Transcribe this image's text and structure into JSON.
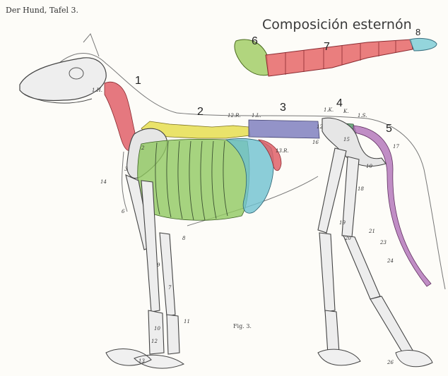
{
  "plate_title": "Der Hund, Tafel 3.",
  "inset": {
    "title": "Composición esternón",
    "labels": [
      "6",
      "7",
      "8"
    ]
  },
  "region_numbers": [
    "1",
    "2",
    "3",
    "4",
    "5"
  ],
  "figure_caption": "Fig. 3.",
  "bone_labels": {
    "atlas": "1.H.",
    "t12": "12.R.",
    "l1": "1.L.",
    "s1": "1.K.",
    "sacrum": "K.",
    "caudal": "1.S.",
    "rib13": "13.R.",
    "scapula": "2",
    "shoulder": "3",
    "elbow_front": "14",
    "radius": "8",
    "carpus": "10",
    "metacarpus": "12",
    "phalanx": "11",
    "pelvis": "15",
    "femur": "18",
    "tibia": "20",
    "hock": "21",
    "tail_end": "17",
    "knee": "19",
    "metatarsus": "23",
    "hind_toes": "26",
    "front_toes": "13",
    "ulna": "7",
    "ischium": "16",
    "thigh": "10",
    "tarsus": "24",
    "lumbar": "12",
    "humerus": "6",
    "forearm": "9"
  },
  "region_colors": {
    "cervical": "#e0606a",
    "thoracic_vertebrae": "#e8e05a",
    "lumbar": "#8080c0",
    "sacrum": "#5aa070",
    "caudal": "#b070b8",
    "ribs_green": "#90c860",
    "ribs_blue": "#6ec0d0",
    "ribs_red": "#e06068",
    "manubrium": "#a8d070",
    "sternebrae": "#e87070",
    "xiphoid": "#88d0d8"
  }
}
